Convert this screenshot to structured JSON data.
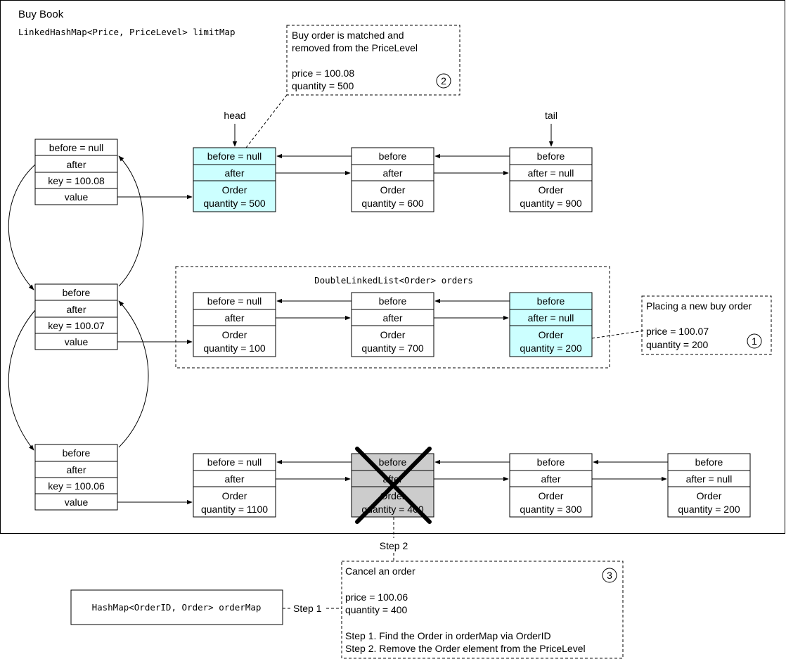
{
  "buy_book": {
    "title": "Buy Book",
    "limit_map_label": "LinkedHashMap<Price, PriceLevel> limitMap",
    "price_levels": [
      {
        "key": "key = 100.08",
        "before": "before = null",
        "after": "after",
        "value": "value"
      },
      {
        "key": "key = 100.07",
        "before": "before",
        "after": "after",
        "value": "value"
      },
      {
        "key": "key = 100.06",
        "before": "before",
        "after": "after",
        "value": "value"
      }
    ],
    "order_rows": [
      [
        {
          "before": "before = null",
          "after": "after",
          "order": "Order",
          "quantity": "quantity = 500",
          "highlight": "cyan"
        },
        {
          "before": "before",
          "after": "after",
          "order": "Order",
          "quantity": "quantity = 600"
        },
        {
          "before": "before",
          "after": "after = null",
          "order": "Order",
          "quantity": "quantity = 900"
        }
      ],
      [
        {
          "before": "before = null",
          "after": "after",
          "order": "Order",
          "quantity": "quantity = 100"
        },
        {
          "before": "before",
          "after": "after",
          "order": "Order",
          "quantity": "quantity = 700"
        },
        {
          "before": "before",
          "after": "after = null",
          "order": "Order",
          "quantity": "quantity = 200",
          "highlight": "cyan"
        }
      ],
      [
        {
          "before": "before = null",
          "after": "after",
          "order": "Order",
          "quantity": "quantity = 1100"
        },
        {
          "before": "before",
          "after": "after",
          "order": "Order",
          "quantity": "quantity = 400",
          "highlight": "gray",
          "crossed": true
        },
        {
          "before": "before",
          "after": "after",
          "order": "Order",
          "quantity": "quantity = 300"
        },
        {
          "before": "before",
          "after": "after = null",
          "order": "Order",
          "quantity": "quantity = 200"
        }
      ]
    ],
    "head_label": "head",
    "tail_label": "tail",
    "orders_list_label": "DoubleLinkedList<Order> orders"
  },
  "callouts": {
    "matched": {
      "line1": "Buy order is matched and",
      "line2": "removed from the PriceLevel",
      "price": "price = 100.08",
      "quantity": "quantity = 500",
      "badge": "2"
    },
    "new_order": {
      "title": "Placing a new buy order",
      "price": "price = 100.07",
      "quantity": "quantity = 200",
      "badge": "1"
    },
    "cancel": {
      "title": "Cancel an order",
      "price": "price = 100.06",
      "quantity": "quantity = 400",
      "step1": "Step 1. Find the Order in orderMap via OrderID",
      "step2": "Step 2. Remove the Order element from the PriceLevel",
      "badge": "3"
    }
  },
  "order_map": {
    "label": "HashMap<OrderID, Order> orderMap",
    "step1_label": "Step 1",
    "step2_label": "Step 2"
  },
  "colors": {
    "highlight_cyan": "#ccffff",
    "removed_gray": "#cccccc"
  }
}
